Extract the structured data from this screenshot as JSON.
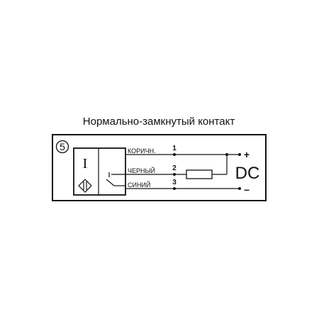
{
  "title": "Нормально-замкнутый контакт",
  "diagram_number": "5",
  "sensor_symbol": "I",
  "wires": [
    {
      "label": "КОРИЧН.",
      "pin": "1"
    },
    {
      "label": "ЧЕРНЫЙ",
      "pin": "2"
    },
    {
      "label": "СИНИЙ",
      "pin": "3"
    }
  ],
  "supply": {
    "type": "DC",
    "plus": "+",
    "minus": "–"
  }
}
